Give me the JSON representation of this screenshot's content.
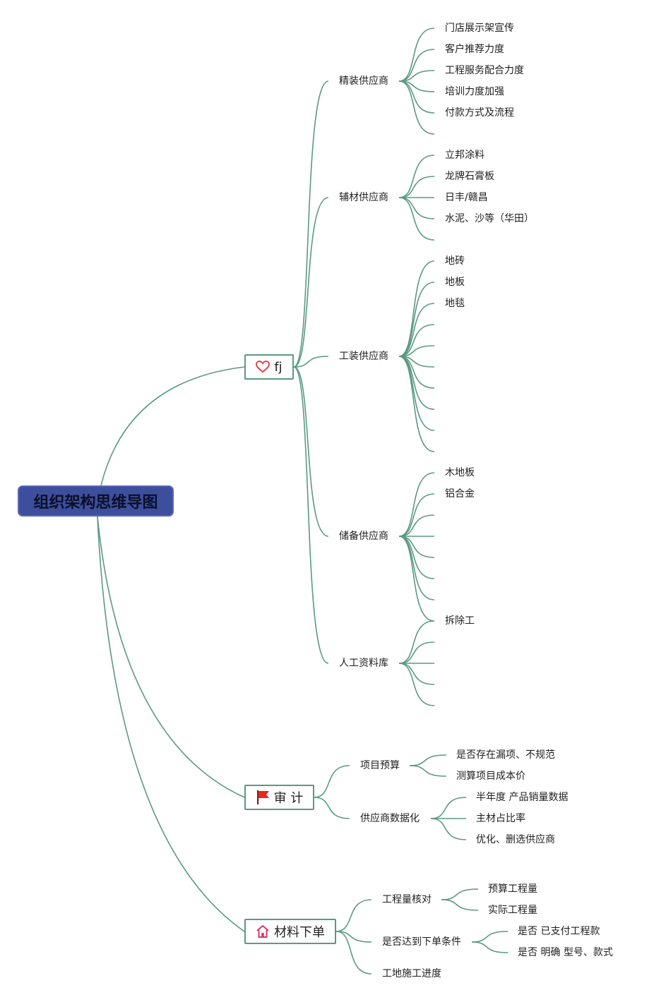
{
  "root": {
    "label": "组织架构思维导图"
  },
  "branches": {
    "fj": {
      "label": "fj",
      "icon": "heart-icon"
    },
    "audit": {
      "label": "审 计",
      "icon": "flag-icon"
    },
    "order": {
      "label": "材料下单",
      "icon": "house-icon"
    }
  },
  "fj_groups": [
    {
      "label": "精装供应商",
      "items": [
        "门店展示架宣传",
        "客户推荐力度",
        "工程服务配合力度",
        "培训力度加强",
        "付款方式及流程",
        ""
      ]
    },
    {
      "label": "辅材供应商",
      "items": [
        "立邦涂料",
        "龙牌石膏板",
        "日丰/赣昌",
        "水泥、沙等（华田）",
        ""
      ]
    },
    {
      "label": "工装供应商",
      "items": [
        "地砖",
        "地板",
        "地毯",
        "",
        "",
        "",
        "",
        "",
        "",
        ""
      ]
    },
    {
      "label": "储备供应商",
      "items": [
        "木地板",
        "铝合金",
        "",
        "",
        "",
        "",
        "",
        ""
      ]
    },
    {
      "label": "人工资料库",
      "items": [
        "拆除工",
        "",
        "",
        "",
        ""
      ]
    }
  ],
  "audit_groups": [
    {
      "label": "项目预算",
      "items": [
        "是否存在漏项、不规范",
        "测算项目成本价"
      ]
    },
    {
      "label": "供应商数据化",
      "items": [
        "半年度 产品销量数据",
        "主材占比率",
        "优化、删选供应商"
      ]
    }
  ],
  "order_groups": [
    {
      "label": "工程量核对",
      "items": [
        "预算工程量",
        "实际工程量"
      ]
    },
    {
      "label": "是否达到下单条件",
      "items": [
        "是否 已支付工程款",
        "是否 明确 型号、款式"
      ]
    },
    {
      "label": "工地施工进度",
      "items": []
    }
  ],
  "colors": {
    "root_fill": "#3d4f9c",
    "link": "#5a9a82",
    "heart": "#e0464c",
    "flag": "#e8261c",
    "house": "#d83a6a"
  }
}
